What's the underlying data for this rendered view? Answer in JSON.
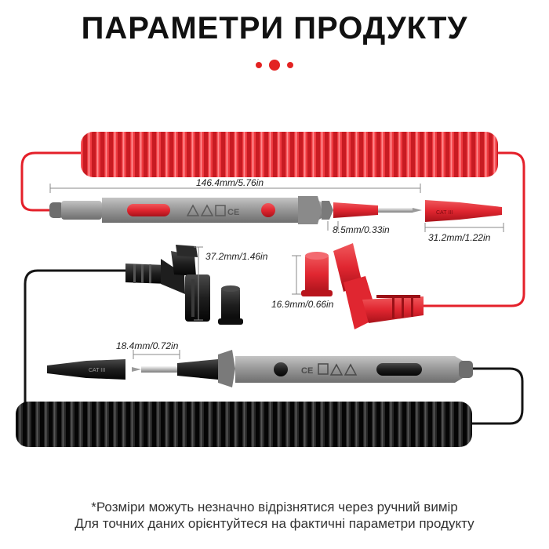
{
  "title": "ПАРАМЕТРИ ПРОДУКТУ",
  "accent_color": "#e32322",
  "red_lead_color": "#e4202a",
  "black_lead_color": "#151515",
  "probe_body_color": "#9a9a9a",
  "dimensions": {
    "red_probe_length": "146.4mm/5.76in",
    "red_tip_diameter": "8.5mm/0.33in",
    "red_cap_length": "31.2mm/1.22in",
    "black_plug_length": "37.2mm/1.46in",
    "red_plug_sleeve": "16.9mm/0.66in",
    "black_tip_length": "18.4mm/0.72in"
  },
  "footnote": {
    "line1": "*Розміри можуть незначно відрізнятися через ручний вимір",
    "line2": "Для точних даних орієнтуйтеся на фактичні параметри продукту"
  },
  "icons": [
    "red-dots-decoration",
    "ce-mark-icon",
    "warning-triangle-icon"
  ]
}
